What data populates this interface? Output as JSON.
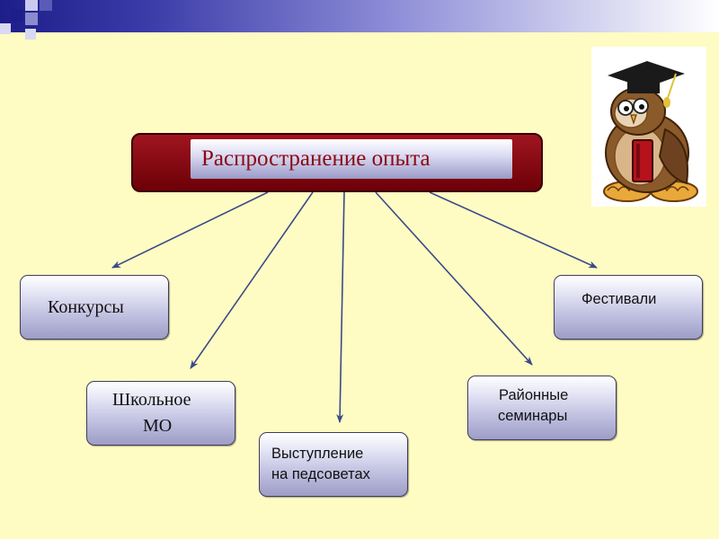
{
  "main": {
    "title": "Распространение опыта"
  },
  "nodes": [
    {
      "id": "konkursy",
      "lines": [
        "Конкурсы"
      ]
    },
    {
      "id": "shkolnoe-mo",
      "lines": [
        "Школьное",
        "МО"
      ]
    },
    {
      "id": "vystuplenie",
      "lines": [
        "Выступление",
        "на педсоветах"
      ]
    },
    {
      "id": "rayonnye",
      "lines": [
        "Районные",
        "семинары"
      ]
    },
    {
      "id": "festivali",
      "lines": [
        "Фестивали"
      ]
    }
  ],
  "colors": {
    "background": "#fefbc3",
    "main_box": "#7d0a10",
    "main_text": "#8a0a12",
    "arrow": "#3a4a8a",
    "top_bar": "#1e1e8a"
  },
  "icons": [
    "owl-graduate-icon"
  ]
}
